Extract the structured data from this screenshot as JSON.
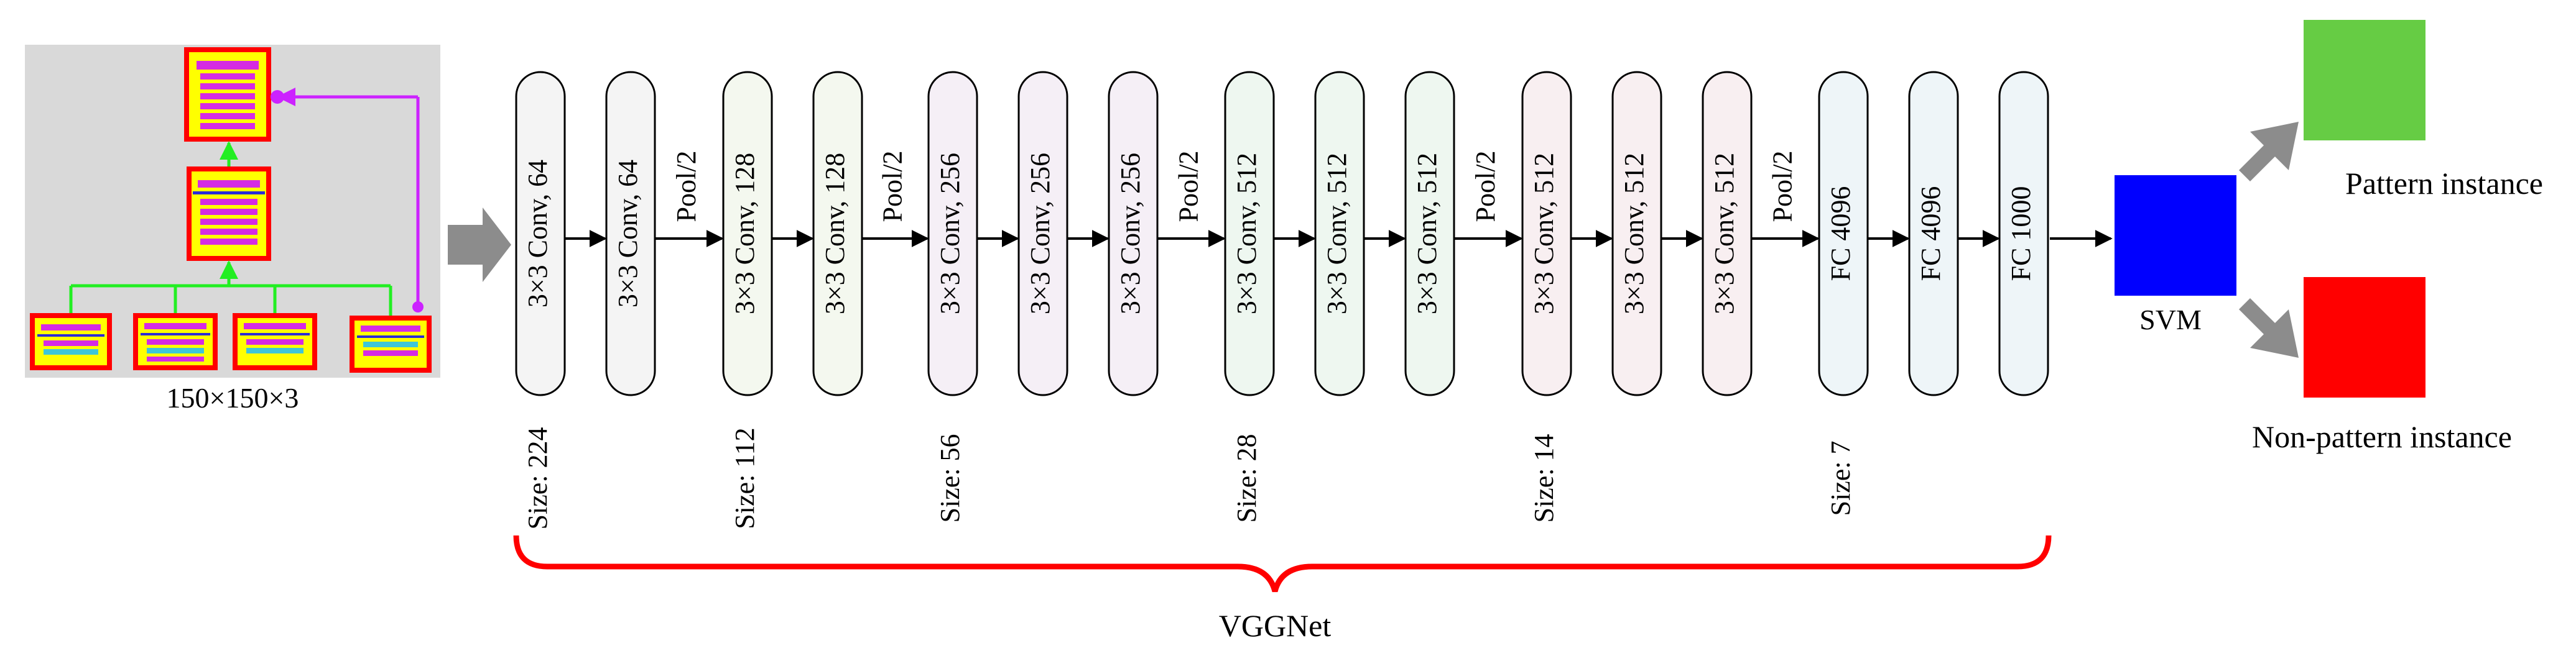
{
  "input": {
    "dims_label": "150×150×3"
  },
  "layers": [
    {
      "label": "3×3 Conv, 64",
      "tint": "#f4f4f4"
    },
    {
      "label": "3×3 Conv, 64",
      "tint": "#f4f4f4"
    },
    {
      "label": "3×3 Conv, 128",
      "tint": "#f4f8ef"
    },
    {
      "label": "3×3 Conv, 128",
      "tint": "#f4f8ef"
    },
    {
      "label": "3×3 Conv, 256",
      "tint": "#f5eff6"
    },
    {
      "label": "3×3 Conv, 256",
      "tint": "#f5eff6"
    },
    {
      "label": "3×3 Conv, 256",
      "tint": "#f5eff6"
    },
    {
      "label": "3×3 Conv, 512",
      "tint": "#eef7f0"
    },
    {
      "label": "3×3 Conv, 512",
      "tint": "#eef7f0"
    },
    {
      "label": "3×3 Conv, 512",
      "tint": "#eef7f0"
    },
    {
      "label": "3×3 Conv, 512",
      "tint": "#f8eff1"
    },
    {
      "label": "3×3 Conv, 512",
      "tint": "#f8eff1"
    },
    {
      "label": "3×3 Conv, 512",
      "tint": "#f8eff1"
    },
    {
      "label": "FC 4096",
      "tint": "#eef5f8"
    },
    {
      "label": "FC 4096",
      "tint": "#eef5f8"
    },
    {
      "label": "FC 1000",
      "tint": "#eef5f8"
    }
  ],
  "pools": [
    {
      "label": "Pool/2",
      "after": 1
    },
    {
      "label": "Pool/2",
      "after": 3
    },
    {
      "label": "Pool/2",
      "after": 6
    },
    {
      "label": "Pool/2",
      "after": 9
    },
    {
      "label": "Pool/2",
      "after": 12
    }
  ],
  "sizes": [
    {
      "label": "Size: 224",
      "at": 0
    },
    {
      "label": "Size: 112",
      "at": 2
    },
    {
      "label": "Size: 56",
      "at": 4
    },
    {
      "label": "Size: 28",
      "at": 7
    },
    {
      "label": "Size: 14",
      "at": 10
    },
    {
      "label": "Size: 7",
      "at": 13
    }
  ],
  "brace_label": "VGGNet",
  "classifier": {
    "svm_label": "SVM",
    "svm_color": "#0000ff",
    "pattern_label": "Pattern instance",
    "pattern_color": "#66cc44",
    "nonpattern_label": "Non-pattern instance",
    "nonpattern_color": "#ff0000"
  },
  "colors": {
    "brace": "#ff0000",
    "arrow_gray": "#8c8c8c",
    "panel_bg": "#d9d9d9",
    "box_fill": "#ffff00",
    "box_border": "#ff0000",
    "bars": "#d52be3",
    "green_link": "#22ee22",
    "purple_link": "#cc22ff"
  }
}
